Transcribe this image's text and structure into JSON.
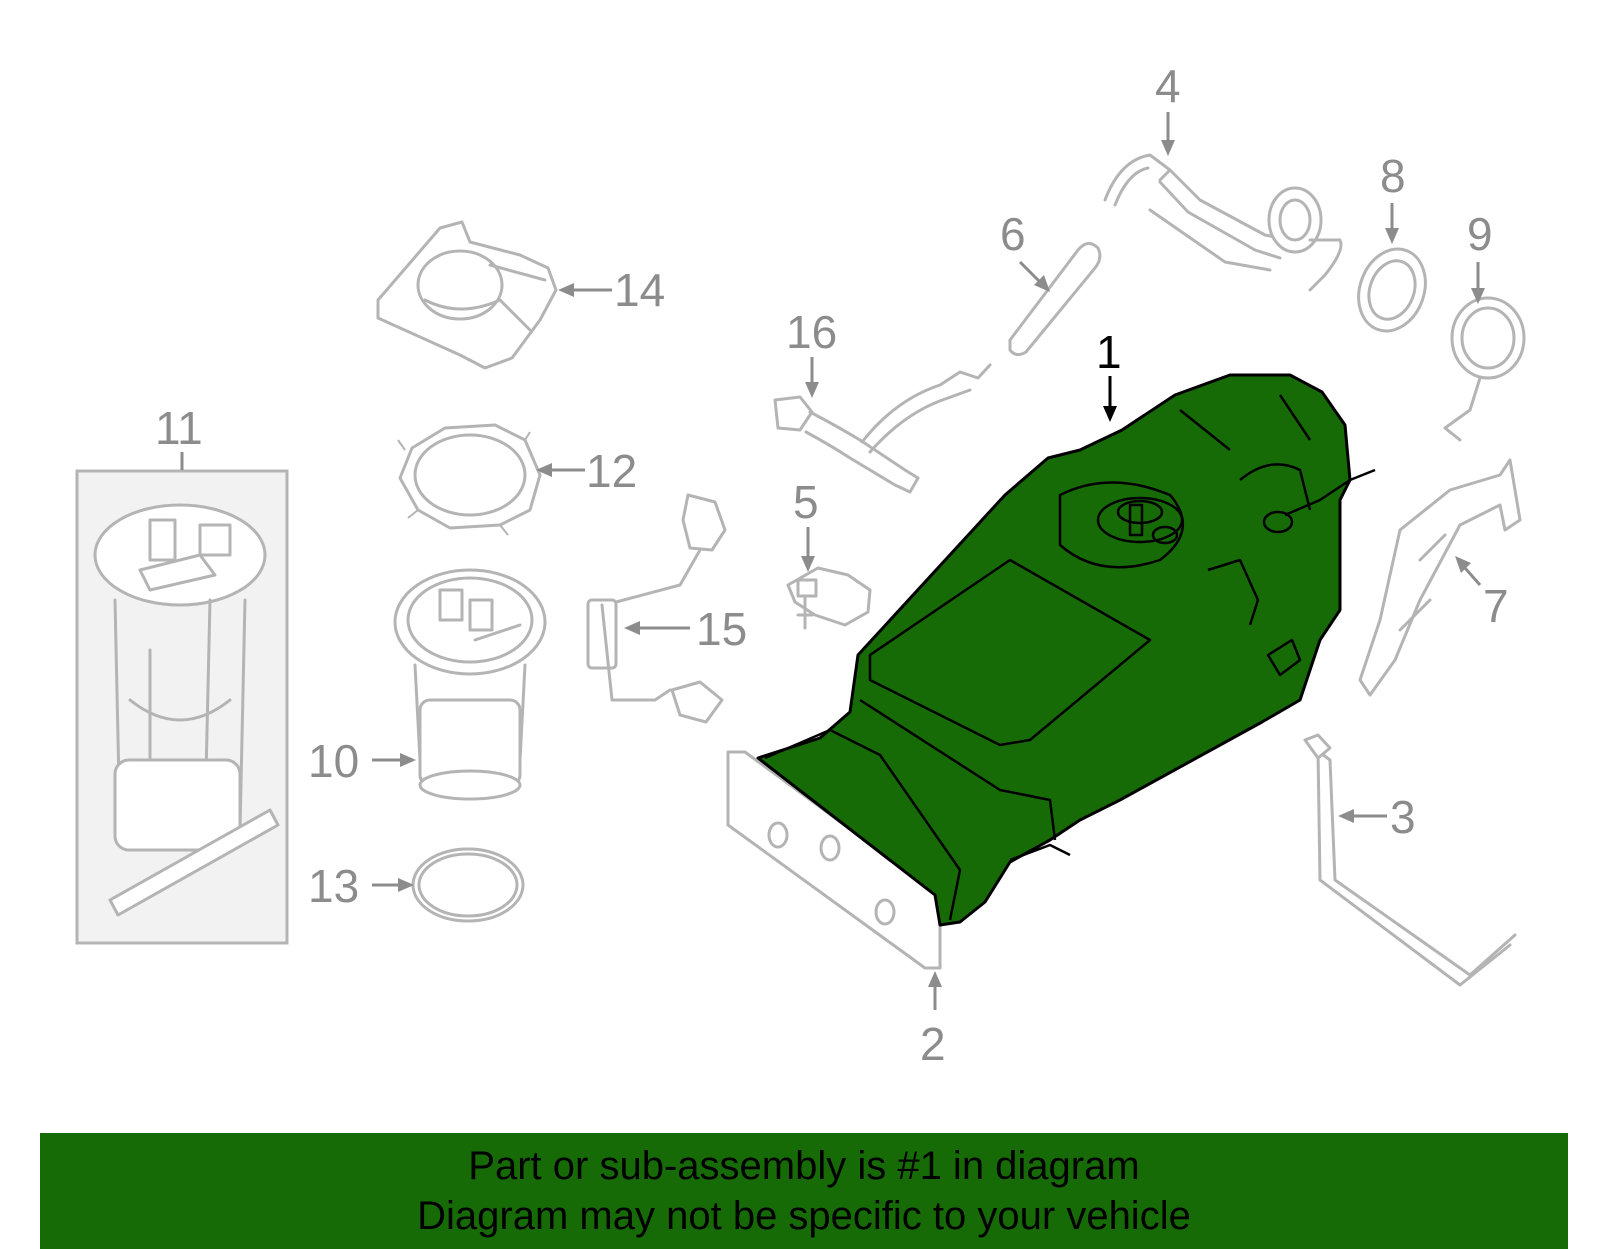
{
  "callouts": {
    "c1": "1",
    "c2": "2",
    "c3": "3",
    "c4": "4",
    "c5": "5",
    "c6": "6",
    "c7": "7",
    "c8": "8",
    "c9": "9",
    "c10": "10",
    "c11": "11",
    "c12": "12",
    "c13": "13",
    "c14": "14",
    "c15": "15",
    "c16": "16"
  },
  "highlighted_part": "1",
  "colors": {
    "highlight": "#176b06",
    "part_outline": "#b4b4b4",
    "callout_text": "#8c8c8c",
    "banner": "#176b06"
  },
  "banner": {
    "line1": "Part or sub-assembly is #1 in diagram",
    "line2": "Diagram may not be specific to your vehicle"
  }
}
